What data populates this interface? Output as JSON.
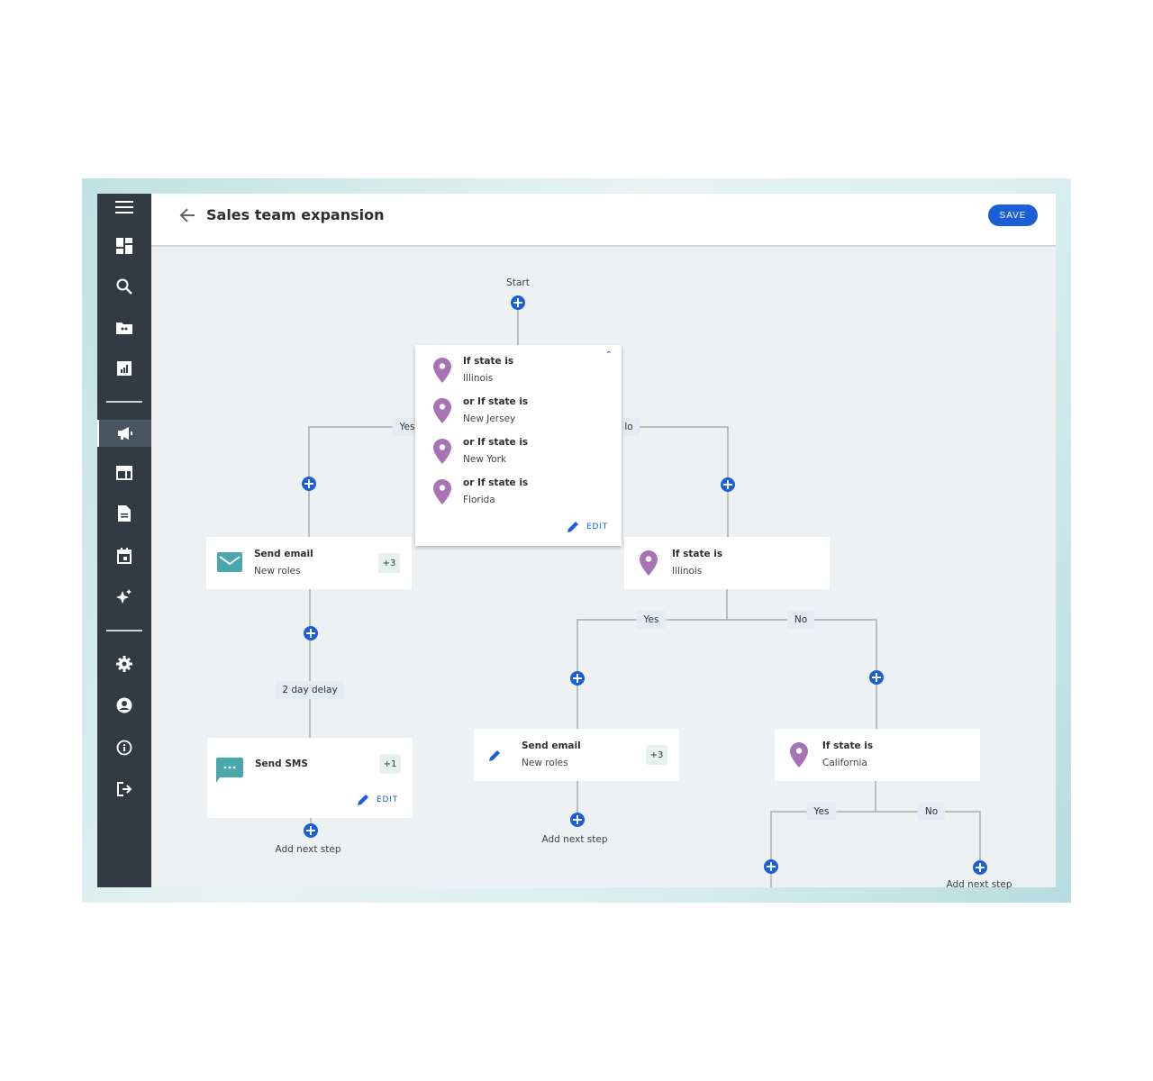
{
  "header": {
    "title": "Sales team expansion",
    "save_label": "SAVE"
  },
  "sidebar": {
    "items": [
      "menu-icon",
      "dashboard-icon",
      "search-icon",
      "contacts-folder-icon",
      "reports-icon",
      "campaigns-icon",
      "layout-icon",
      "document-icon",
      "calendar-icon",
      "sparkle-icon",
      "settings-icon",
      "account-icon",
      "info-icon",
      "logout-icon"
    ],
    "active": "campaigns-icon"
  },
  "flow": {
    "start": "Start",
    "condition_group": {
      "conditions": [
        {
          "title": "If state is",
          "value": "Illinois"
        },
        {
          "title": "or If state is",
          "value": "New Jersey"
        },
        {
          "title": "or If state is",
          "value": "New York"
        },
        {
          "title": "or If state is",
          "value": "Florida"
        }
      ],
      "edit": "EDIT"
    },
    "yes": "Yes",
    "no": "No",
    "no_partial": "lo",
    "send_email_1": {
      "title": "Send email",
      "subtitle": "New roles",
      "badge": "+3"
    },
    "delay": "2 day delay",
    "send_sms": {
      "title": "Send SMS",
      "badge": "+1",
      "edit": "EDIT"
    },
    "add_next": "Add next step",
    "cond_illinois": {
      "title": "If state is",
      "value": "Illinois"
    },
    "send_email_2": {
      "title": "Send email",
      "subtitle": "New roles",
      "badge": "+3"
    },
    "cond_california": {
      "title": "If state is",
      "value": "California"
    },
    "add_next_partial": "Add next step"
  },
  "colors": {
    "accent": "#1a5fd6",
    "sidebar": "#323a44",
    "pin": "#a873b5",
    "teal": "#4aa8ad"
  }
}
